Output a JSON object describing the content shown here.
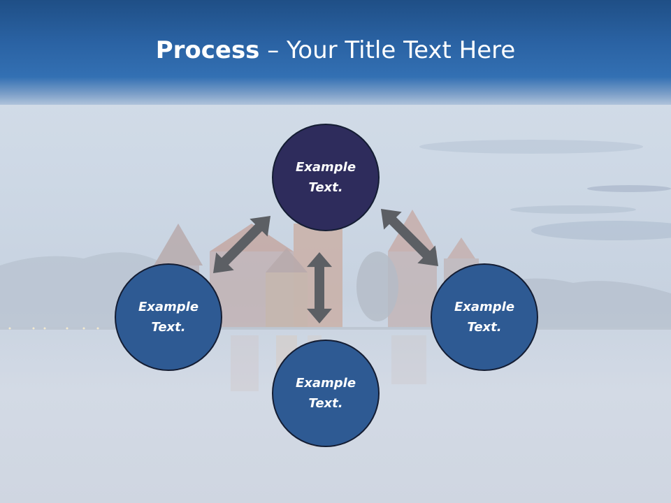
{
  "title": {
    "bold": "Process",
    "rest": " – Your Title Text Here"
  },
  "nodes": {
    "top": {
      "label": "Example\nText.",
      "color": "#2e2c5c"
    },
    "left": {
      "label": "Example\nText.",
      "color": "#2e5a93"
    },
    "right": {
      "label": "Example\nText.",
      "color": "#2e5a93"
    },
    "bottom": {
      "label": "Example\nText.",
      "color": "#2e5a93"
    }
  },
  "colors": {
    "arrow": "#5c5f64",
    "header": "#2a62a3"
  }
}
